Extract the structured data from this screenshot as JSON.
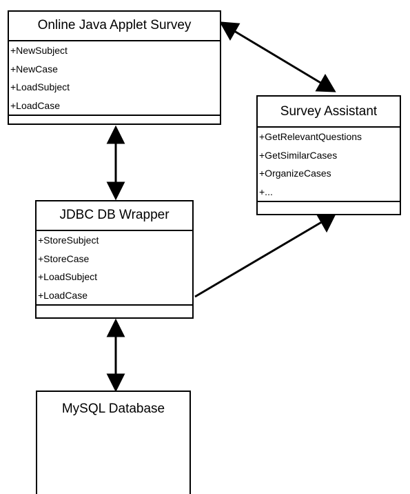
{
  "diagram": {
    "online_applet": {
      "title": "Online Java Applet Survey",
      "methods": [
        "+NewSubject",
        "+NewCase",
        "+LoadSubject",
        "+LoadCase"
      ]
    },
    "survey_assistant": {
      "title": "Survey Assistant",
      "methods": [
        "+GetRelevantQuestions",
        "+GetSimilarCases",
        "+OrganizeCases",
        "+..."
      ]
    },
    "jdbc_wrapper": {
      "title": "JDBC DB Wrapper",
      "methods": [
        "+StoreSubject",
        "+StoreCase",
        "+LoadSubject",
        "+LoadCase"
      ]
    },
    "mysql_database": {
      "title": "MySQL Database",
      "icon": "database-cylinder-icon"
    }
  }
}
